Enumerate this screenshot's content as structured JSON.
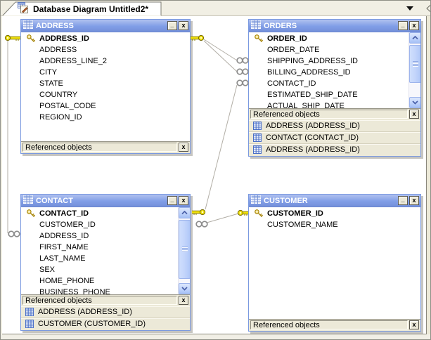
{
  "tab": {
    "title": "Database Diagram Untitled2*"
  },
  "window_buttons": {
    "minimize": "_",
    "close": "x",
    "close_small": "x"
  },
  "colors": {
    "titlebar_blue": "#819ee7",
    "panel_beige": "#ece9d8",
    "key_gold": "#f2e30e",
    "relationship_line": "#b2aea6",
    "scrollbar_blue": "#c1d4fb",
    "canvas_white": "#ffffff"
  },
  "tables": [
    {
      "title": "ADDRESS",
      "referenced_label": "Referenced objects",
      "columns": [
        {
          "name": "ADDRESS_ID",
          "key": true
        },
        {
          "name": "ADDRESS",
          "key": false
        },
        {
          "name": "ADDRESS_LINE_2",
          "key": false
        },
        {
          "name": "CITY",
          "key": false
        },
        {
          "name": "STATE",
          "key": false
        },
        {
          "name": "COUNTRY",
          "key": false
        },
        {
          "name": "POSTAL_CODE",
          "key": false
        },
        {
          "name": "REGION_ID",
          "key": false
        }
      ],
      "referenced": []
    },
    {
      "title": "ORDERS",
      "referenced_label": "Referenced objects",
      "columns": [
        {
          "name": "ORDER_ID",
          "key": true
        },
        {
          "name": "ORDER_DATE",
          "key": false
        },
        {
          "name": "SHIPPING_ADDRESS_ID",
          "key": false
        },
        {
          "name": "BILLING_ADDRESS_ID",
          "key": false
        },
        {
          "name": "CONTACT_ID",
          "key": false
        },
        {
          "name": "ESTIMATED_SHIP_DATE",
          "key": false
        },
        {
          "name": "ACTUAL_SHIP_DATE",
          "key": false
        }
      ],
      "referenced": [
        "ADDRESS (ADDRESS_ID)",
        "CONTACT (CONTACT_ID)",
        "ADDRESS (ADDRESS_ID)"
      ]
    },
    {
      "title": "CONTACT",
      "referenced_label": "Referenced objects",
      "columns": [
        {
          "name": "CONTACT_ID",
          "key": true
        },
        {
          "name": "CUSTOMER_ID",
          "key": false
        },
        {
          "name": "ADDRESS_ID",
          "key": false
        },
        {
          "name": "FIRST_NAME",
          "key": false
        },
        {
          "name": "LAST_NAME",
          "key": false
        },
        {
          "name": "SEX",
          "key": false
        },
        {
          "name": "HOME_PHONE",
          "key": false
        },
        {
          "name": "BUSINESS_PHONE",
          "key": false
        }
      ],
      "referenced": [
        "ADDRESS (ADDRESS_ID)",
        "CUSTOMER (CUSTOMER_ID)"
      ]
    },
    {
      "title": "CUSTOMER",
      "referenced_label": "Referenced objects",
      "columns": [
        {
          "name": "CUSTOMER_ID",
          "key": true
        },
        {
          "name": "CUSTOMER_NAME",
          "key": false
        }
      ],
      "referenced": []
    }
  ],
  "relationships": [
    {
      "one": "ADDRESS",
      "many": "CONTACT",
      "via": "ADDRESS_ID"
    },
    {
      "one": "ADDRESS",
      "many": "ORDERS",
      "via": "SHIPPING_ADDRESS_ID"
    },
    {
      "one": "ADDRESS",
      "many": "ORDERS",
      "via": "BILLING_ADDRESS_ID"
    },
    {
      "one": "CONTACT",
      "many": "ORDERS",
      "via": "CONTACT_ID"
    },
    {
      "one": "CUSTOMER",
      "many": "CONTACT",
      "via": "CUSTOMER_ID"
    }
  ]
}
